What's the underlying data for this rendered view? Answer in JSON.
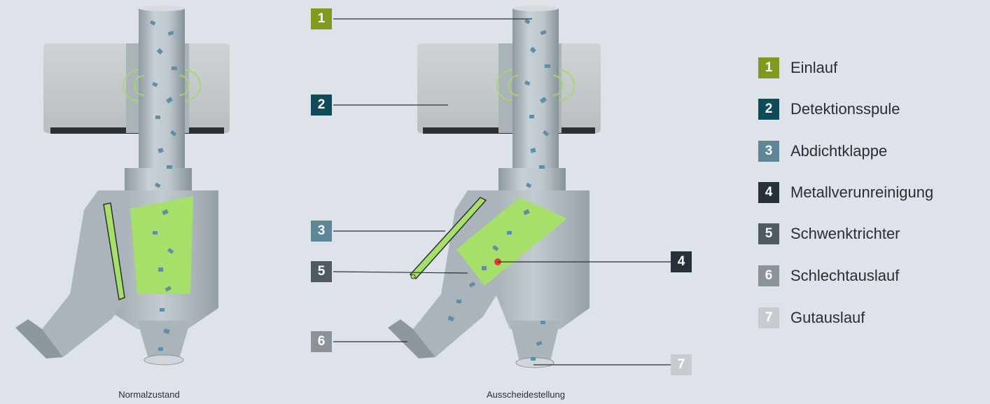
{
  "captions": {
    "left": "Normalzustand",
    "right": "Ausscheidestellung"
  },
  "legend": [
    {
      "num": "1",
      "label": "Einlauf",
      "color": "#7f9a1e"
    },
    {
      "num": "2",
      "label": "Detektionsspule",
      "color": "#0e4b5b"
    },
    {
      "num": "3",
      "label": "Abdichtklappe",
      "color": "#5d8797"
    },
    {
      "num": "4",
      "label": "Metallverunreinigung",
      "color": "#283139"
    },
    {
      "num": "5",
      "label": "Schwenktrichter",
      "color": "#4f5a63"
    },
    {
      "num": "6",
      "label": "Schlechtauslauf",
      "color": "#8b9399"
    },
    {
      "num": "7",
      "label": "Gutauslauf",
      "color": "#c7ccd0"
    }
  ],
  "callouts": {
    "c1": "1",
    "c2": "2",
    "c3": "3",
    "c4": "4",
    "c5": "5",
    "c6": "6",
    "c7": "7"
  },
  "colors": {
    "background": "#dde3e8",
    "housing": "#c9ced1",
    "pipe": "#b4bec4",
    "flap_green": "#a6e06a",
    "particle": "#5f8fa6",
    "contaminant": "#e03a2f"
  }
}
